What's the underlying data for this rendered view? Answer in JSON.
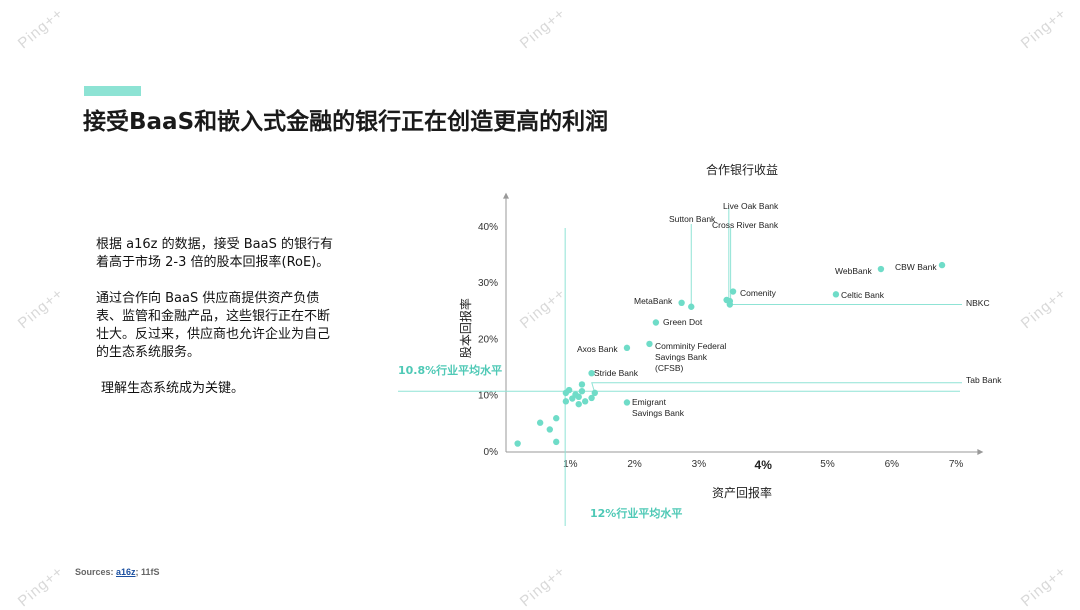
{
  "watermark": "Ping++",
  "title": "接受BaaS和嵌入式金融的银行正在创造更高的利润",
  "body": {
    "p1": "根据 a16z 的数据，接受 BaaS 的银行有着高于市场 2-3 倍的股本回报率(RoE)。",
    "p2": "通过合作向 BaaS 供应商提供资产负债表、监管和金融产品，这些银行正在不断壮大。反过来，供应商也允许企业为自己的生态系统服务。",
    "p3": "理解生态系统成为关键。"
  },
  "source": {
    "prefix": "Sources: ",
    "link": "a16z",
    "suffix": "; 11fS"
  },
  "colors": {
    "accent": "#8de3d4",
    "point": "#6fdcc8",
    "avg_line": "#8fe3d5"
  },
  "chart_data": {
    "type": "scatter",
    "title": "合作银行收益",
    "xlabel": "资产回报率",
    "ylabel": "股本回报率",
    "x_ticks": [
      {
        "v": 1,
        "label": "1%"
      },
      {
        "v": 2,
        "label": "2%"
      },
      {
        "v": 3,
        "label": "3%"
      },
      {
        "v": 4,
        "label": "4%",
        "bold": true
      },
      {
        "v": 5,
        "label": "5%"
      },
      {
        "v": 6,
        "label": "6%"
      },
      {
        "v": 7,
        "label": "7%"
      }
    ],
    "y_ticks": [
      {
        "v": 0,
        "label": "0%"
      },
      {
        "v": 10,
        "label": "10%"
      },
      {
        "v": 20,
        "label": "20%"
      },
      {
        "v": 30,
        "label": "30%"
      },
      {
        "v": 40,
        "label": "40%"
      }
    ],
    "xlim": [
      -0.05,
      7.3
    ],
    "ylim": [
      0,
      45
    ],
    "averages": {
      "roe": {
        "value": 10.8,
        "label": "10.8%行业平均水平"
      },
      "roa": {
        "value": 1.2,
        "label": "12%行业平均水平"
      }
    },
    "labeled_points": [
      {
        "name": "Live Oak Bank",
        "x": 3.45,
        "y": 26.8
      },
      {
        "name": "Sutton Bank",
        "x": 2.85,
        "y": 25.8
      },
      {
        "name": "Cross River Bank",
        "x": 3.4,
        "y": 27.0
      },
      {
        "name": "WebBank",
        "x": 5.8,
        "y": 32.5
      },
      {
        "name": "CBW Bank",
        "x": 6.75,
        "y": 33.2
      },
      {
        "name": "MetaBank",
        "x": 2.7,
        "y": 26.5
      },
      {
        "name": "Comenity",
        "x": 3.5,
        "y": 28.5
      },
      {
        "name": "Celtic Bank",
        "x": 5.1,
        "y": 28.0
      },
      {
        "name": "NBKC",
        "x": 3.45,
        "y": 26.2
      },
      {
        "name": "Green Dot",
        "x": 2.3,
        "y": 23.0
      },
      {
        "name": "Axos Bank",
        "x": 1.85,
        "y": 18.5
      },
      {
        "name": "Comminity Federal Savings Bank (CFSB)",
        "x": 2.2,
        "y": 19.2
      },
      {
        "name": "Stride Bank",
        "x": 1.3,
        "y": 14.0
      },
      {
        "name": "Tab Bank",
        "x": 1.35,
        "y": 10.5
      },
      {
        "name": "Emigrant Savings Bank",
        "x": 1.85,
        "y": 8.8
      }
    ],
    "other_points": [
      {
        "x": 0.15,
        "y": 1.5
      },
      {
        "x": 0.5,
        "y": 5.2
      },
      {
        "x": 0.65,
        "y": 4.0
      },
      {
        "x": 0.75,
        "y": 1.8
      },
      {
        "x": 0.75,
        "y": 6.0
      },
      {
        "x": 0.9,
        "y": 9.0
      },
      {
        "x": 0.9,
        "y": 10.5
      },
      {
        "x": 0.95,
        "y": 11.0
      },
      {
        "x": 1.0,
        "y": 9.5
      },
      {
        "x": 1.05,
        "y": 10.2
      },
      {
        "x": 1.1,
        "y": 8.5
      },
      {
        "x": 1.1,
        "y": 9.8
      },
      {
        "x": 1.15,
        "y": 12.0
      },
      {
        "x": 1.15,
        "y": 10.8
      },
      {
        "x": 1.2,
        "y": 9.0
      },
      {
        "x": 1.3,
        "y": 9.6
      }
    ]
  }
}
